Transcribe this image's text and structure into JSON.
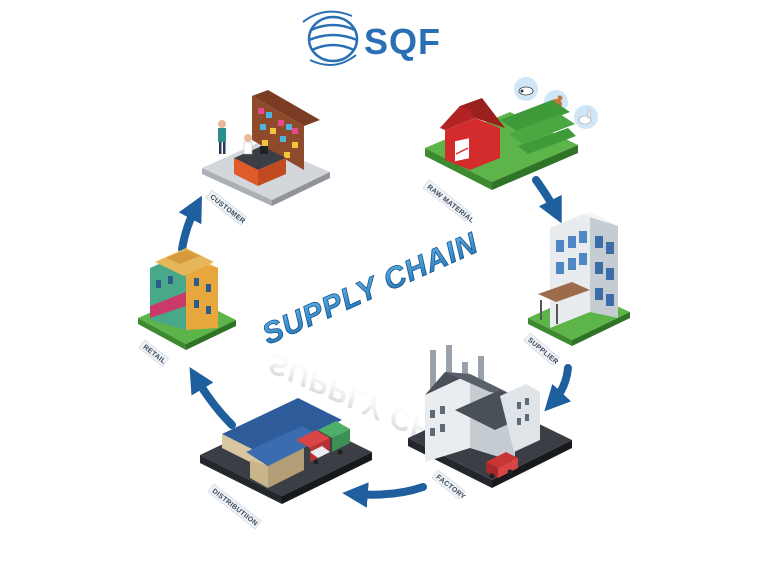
{
  "logo": {
    "text": "SQF"
  },
  "title": "SUPPLY CHAIN",
  "stages": [
    {
      "id": "raw-material",
      "label": "RAW MATERIAL"
    },
    {
      "id": "supplier",
      "label": "SUPPLIER"
    },
    {
      "id": "factory",
      "label": "FACTORY"
    },
    {
      "id": "distribution",
      "label": "DISTRIBUTIION"
    },
    {
      "id": "retail",
      "label": "RETAIL"
    },
    {
      "id": "customer",
      "label": "CUSTOMER"
    }
  ],
  "colors": {
    "arrow": "#1f5f9e",
    "title": "#2f86c8",
    "logo": "#2a6fb5",
    "grass": "#5db54a",
    "barn": "#d42c2c",
    "tag_bg": "#eef2f6"
  }
}
